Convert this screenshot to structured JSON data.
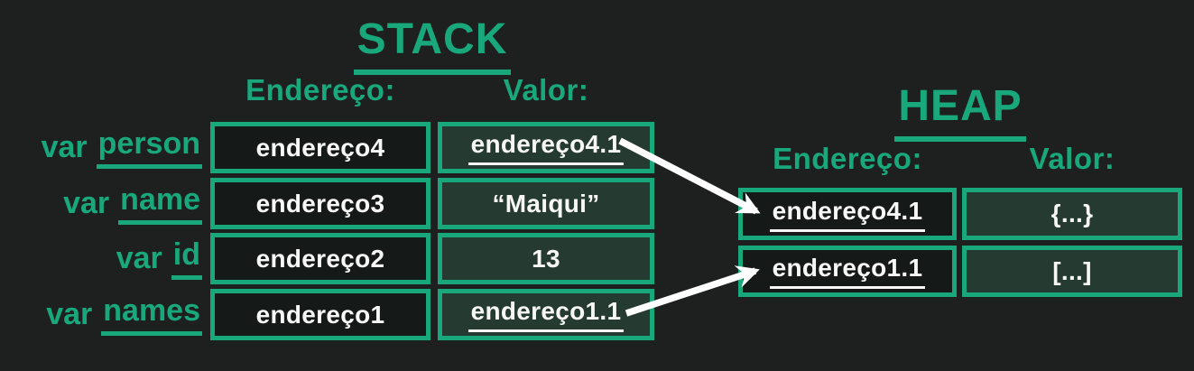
{
  "colors": {
    "background": "#1e201f",
    "accent_green": "#18a87c",
    "address_box_fill": "#151918",
    "value_box_fill": "#253a30",
    "text_white": "#f7f7f7",
    "arrow": "#ffffff"
  },
  "stack": {
    "title": "STACK",
    "col_address": "Endereço:",
    "col_value": "Valor:",
    "rows": [
      {
        "var_keyword": "var",
        "var_name": "person",
        "address": "endereço4",
        "value": "endereço4.1",
        "pointer": true
      },
      {
        "var_keyword": "var",
        "var_name": "name",
        "address": "endereço3",
        "value": "“Maiqui”",
        "pointer": false
      },
      {
        "var_keyword": "var",
        "var_name": "id",
        "address": "endereço2",
        "value": "13",
        "pointer": false
      },
      {
        "var_keyword": "var",
        "var_name": "names",
        "address": "endereço1",
        "value": "endereço1.1",
        "pointer": true
      }
    ]
  },
  "heap": {
    "title": "HEAP",
    "col_address": "Endereço:",
    "col_value": "Valor:",
    "rows": [
      {
        "address": "endereço4.1",
        "value": "{...}",
        "pointer": true
      },
      {
        "address": "endereço1.1",
        "value": "[...]",
        "pointer": true
      }
    ]
  },
  "pointers": [
    {
      "from": "stack value endereço4.1",
      "to": "heap address endereço4.1"
    },
    {
      "from": "stack value endereço1.1",
      "to": "heap address endereço1.1"
    }
  ]
}
